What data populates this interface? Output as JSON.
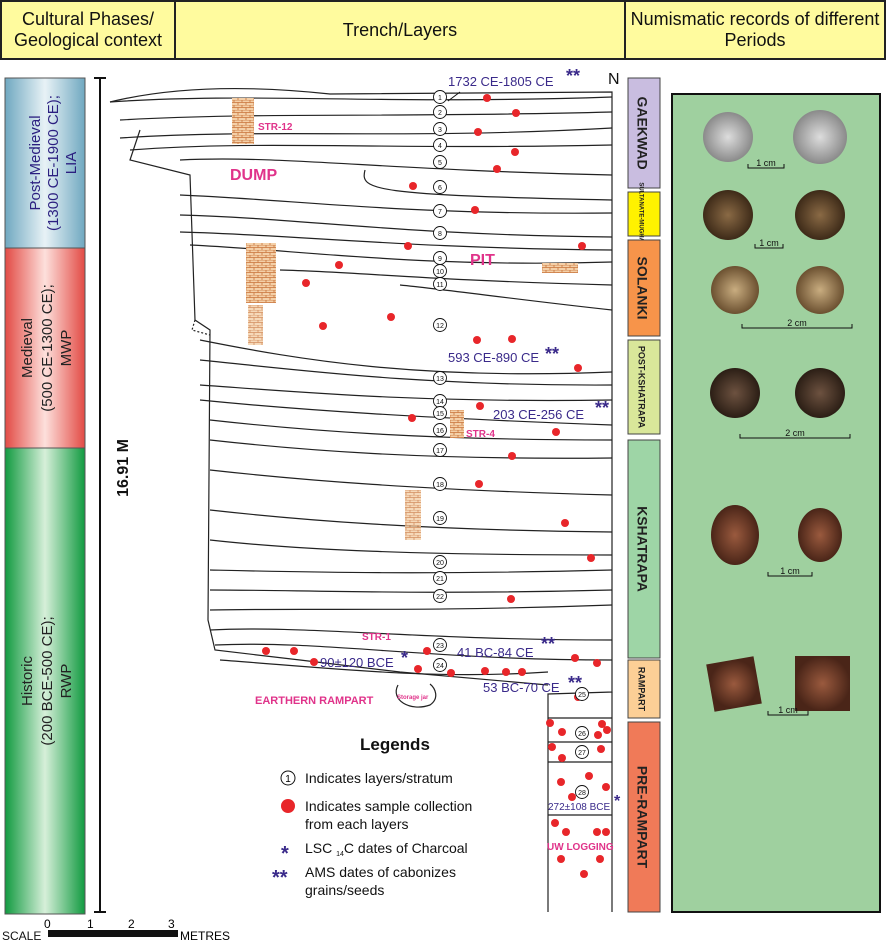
{
  "headers": {
    "col1": "Cultural Phases/ Geological context",
    "col2": "Trench/Layers",
    "col3": "Numismatic records of different Periods"
  },
  "phases": [
    {
      "name": "Post-Medieval",
      "range": "(1300 CE-1900 CE);",
      "climate": "LIA",
      "color": "#8fc0d6"
    },
    {
      "name": "Medieval",
      "range": "(500 CE-1300 CE);",
      "climate": "MWP",
      "color": "#ee6a63"
    },
    {
      "name": "Historic",
      "range": "(200 BCE-500 CE);",
      "climate": "RWP",
      "color": "#2aa350"
    }
  ],
  "depth_label": "16.91 M",
  "north_label": "N",
  "periods": [
    {
      "name": "GAEKWAD",
      "color": "#c9bde0"
    },
    {
      "name": "SULTANATE-MUGHAL",
      "color": "#fff200"
    },
    {
      "name": "SOLANKI",
      "color": "#f7944a"
    },
    {
      "name": "POST-KSHATRAPA",
      "color": "#d9e79a"
    },
    {
      "name": "KSHATRAPA",
      "color": "#9ed5a6"
    },
    {
      "name": "RAMPART",
      "color": "#fccf96"
    },
    {
      "name": "PRE-RAMPART",
      "color": "#f07a58"
    }
  ],
  "layers": [
    "1",
    "2",
    "3",
    "4",
    "5",
    "6",
    "7",
    "8",
    "9",
    "10",
    "11",
    "12",
    "13",
    "14",
    "15",
    "16",
    "17",
    "18",
    "19",
    "20",
    "21",
    "22",
    "23",
    "24",
    "25",
    "26",
    "27",
    "28"
  ],
  "dates": {
    "d1": "1732 CE-1805 CE",
    "d2": "593 CE-890 CE",
    "d3": "203 CE-256 CE",
    "d4": "41 BC-84 CE",
    "d5": "90±120 BCE",
    "d6": "53 BC-70 CE",
    "d7": "272±108 BCE"
  },
  "markers": {
    "single": "*",
    "double": "**"
  },
  "features": {
    "str12": "STR-12",
    "dump": "DUMP",
    "pit": "PIT",
    "str4": "STR-4",
    "str1": "STR-1",
    "rampart": "EARTHERN RAMPART",
    "jar": "Storage jar",
    "uw": "UW LOGGING"
  },
  "legend": {
    "title": "Legends",
    "sample_num": "1",
    "items": [
      "Indicates layers/stratum",
      "Indicates sample collection",
      "from each layers",
      "LSC ",
      "14",
      "C dates of Charcoal",
      "AMS dates of cabonizes",
      "grains/seeds"
    ]
  },
  "scale": {
    "label": "SCALE",
    "ticks": [
      "0",
      "1",
      "2",
      "3"
    ],
    "unit": "METRES"
  },
  "coin_scales": [
    "1 cm",
    "1 cm",
    "2 cm",
    "2 cm",
    "1 cm",
    "1 cm"
  ],
  "colors": {
    "sample": "#e8262a",
    "date": "#3a2a8a",
    "feature": "#e0338a",
    "brick": "#c8733a",
    "coin_panel": "#9fd09f"
  }
}
